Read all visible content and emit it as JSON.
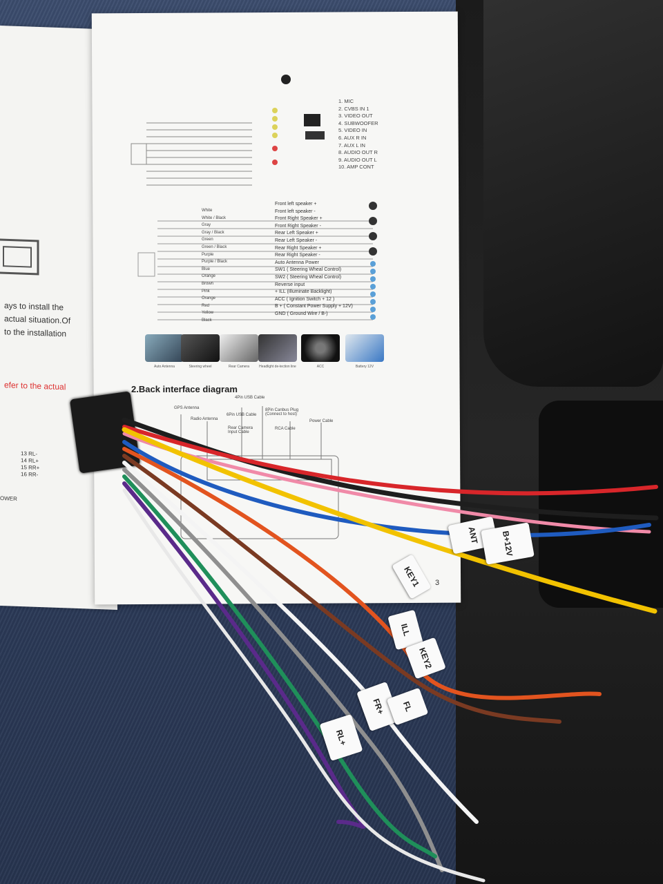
{
  "left_page": {
    "line1": "ays to install the",
    "line2": "actual situation.Of",
    "line3": "to the installation",
    "line4": "efer to the actual",
    "pins": [
      "13 RL-",
      "14 RL+",
      "15 RR+",
      "16 RR-"
    ],
    "power": "OWER"
  },
  "av_list": [
    "1. MIC",
    "2. CVBS IN 1",
    "3. VIDEO OUT",
    "4. SUBWOOFER",
    "5. VIDEO IN",
    "6. AUX R IN",
    "7. AUX L IN",
    "8. AUDIO OUT R",
    "9. AUDIO OUT L",
    "10. AMP CONT"
  ],
  "wire_colors": [
    "White",
    "White / Black",
    "Gray",
    "Gray / Black",
    "Green",
    "Green / Black",
    "Purple",
    "Purple / Black",
    "Blue",
    "Orange",
    "Brown",
    "Pink",
    "Orange",
    "Red",
    "Yellow",
    "Black"
  ],
  "wire_functions": [
    "Front left speaker +",
    "Front left speaker -",
    "Front Right Speaker +",
    "Front Right Speaker -",
    "Rear Left Speaker +",
    "Rear Left Speaker -",
    "Rear Right Speaker +",
    "Rear Right Speaker -",
    "Auto Antenna Power",
    "SW1 ( Steering Wheal Control)",
    "SW2 ( Steering Wheal Control)",
    "Reverse input",
    "+ ILL (Illuminate Backlight)",
    "ACC ( Ignition Switch + 12 )",
    "B + ( Constant Power Supply + 12V)",
    "GND ( Ground Wire / B-)"
  ],
  "thumbnails": [
    "Auto Antenna",
    "Steering wheel",
    "Rear Camera",
    "Headlight de-tection line",
    "ACC",
    "Battery 12V"
  ],
  "back_interface": {
    "title": "2.Back interface diagram",
    "labels": [
      "4Pin USB Cable",
      "GPS Antenna",
      "Radio Antenna",
      "6Pin USB Cable",
      "8Pin Canbus Plug (Connect to host)",
      "Rear Camera Input Cable",
      "RCA Cable",
      "Power Cable"
    ]
  },
  "page_number": "3",
  "tags": [
    "ANT",
    "B+12V",
    "KEY1",
    "ILL",
    "KEY2",
    "FR+",
    "RL+",
    "FL"
  ],
  "colors": {
    "yellow": "#f2c200",
    "red": "#d8262a",
    "black": "#1e1e1e",
    "blue": "#1f5bbf",
    "orange": "#e2541f",
    "brown": "#7a3a22",
    "white": "#f4f4f4",
    "gray": "#8f8f8f",
    "green": "#1f8f5a",
    "purple": "#5a2a8a",
    "pink": "#f08aa8"
  }
}
